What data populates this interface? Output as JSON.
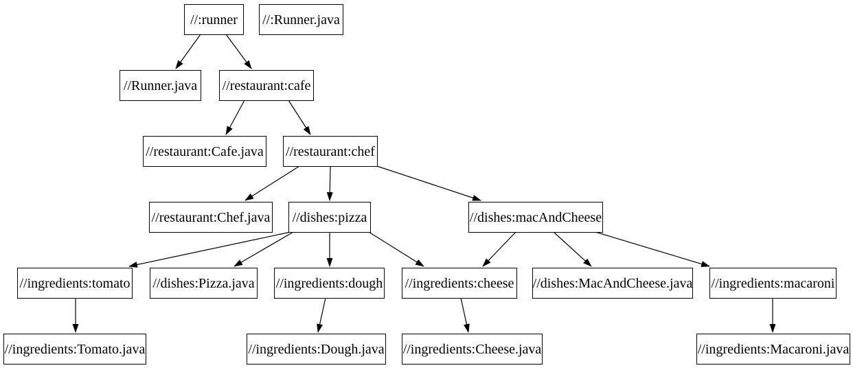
{
  "diagram": {
    "type": "dependency-graph",
    "description": "Build target dependency graph (Bazel-style labels)",
    "colors": {
      "background": "#ffffff",
      "node_fill": "#ffffff",
      "node_border": "#000000",
      "text": "#000000",
      "edge": "#000000"
    },
    "nodes": [
      {
        "id": "runner",
        "label": "//:runner"
      },
      {
        "id": "runner-java-target",
        "label": "//:Runner.java"
      },
      {
        "id": "runner-java",
        "label": "//Runner.java"
      },
      {
        "id": "cafe",
        "label": "//restaurant:cafe"
      },
      {
        "id": "cafe-java",
        "label": "//restaurant:Cafe.java"
      },
      {
        "id": "chef",
        "label": "//restaurant:chef"
      },
      {
        "id": "chef-java",
        "label": "//restaurant:Chef.java"
      },
      {
        "id": "pizza",
        "label": "//dishes:pizza"
      },
      {
        "id": "mac-and-cheese",
        "label": "//dishes:macAndCheese"
      },
      {
        "id": "tomato",
        "label": "//ingredients:tomato"
      },
      {
        "id": "pizza-java",
        "label": "//dishes:Pizza.java"
      },
      {
        "id": "dough",
        "label": "//ingredients:dough"
      },
      {
        "id": "cheese",
        "label": "//ingredients:cheese"
      },
      {
        "id": "mac-and-cheese-java",
        "label": "//dishes:MacAndCheese.java"
      },
      {
        "id": "macaroni",
        "label": "//ingredients:macaroni"
      },
      {
        "id": "tomato-java",
        "label": "//ingredients:Tomato.java"
      },
      {
        "id": "dough-java",
        "label": "//ingredients:Dough.java"
      },
      {
        "id": "cheese-java",
        "label": "//ingredients:Cheese.java"
      },
      {
        "id": "macaroni-java",
        "label": "//ingredients:Macaroni.java"
      }
    ],
    "edges": [
      {
        "from": "//:runner",
        "to": "//Runner.java"
      },
      {
        "from": "//:runner",
        "to": "//restaurant:cafe"
      },
      {
        "from": "//restaurant:cafe",
        "to": "//restaurant:Cafe.java"
      },
      {
        "from": "//restaurant:cafe",
        "to": "//restaurant:chef"
      },
      {
        "from": "//restaurant:chef",
        "to": "//restaurant:Chef.java"
      },
      {
        "from": "//restaurant:chef",
        "to": "//dishes:pizza"
      },
      {
        "from": "//restaurant:chef",
        "to": "//dishes:macAndCheese"
      },
      {
        "from": "//dishes:pizza",
        "to": "//ingredients:tomato"
      },
      {
        "from": "//dishes:pizza",
        "to": "//dishes:Pizza.java"
      },
      {
        "from": "//dishes:pizza",
        "to": "//ingredients:dough"
      },
      {
        "from": "//dishes:pizza",
        "to": "//ingredients:cheese"
      },
      {
        "from": "//dishes:macAndCheese",
        "to": "//ingredients:cheese"
      },
      {
        "from": "//dishes:macAndCheese",
        "to": "//dishes:MacAndCheese.java"
      },
      {
        "from": "//dishes:macAndCheese",
        "to": "//ingredients:macaroni"
      },
      {
        "from": "//ingredients:tomato",
        "to": "//ingredients:Tomato.java"
      },
      {
        "from": "//ingredients:dough",
        "to": "//ingredients:Dough.java"
      },
      {
        "from": "//ingredients:cheese",
        "to": "//ingredients:Cheese.java"
      },
      {
        "from": "//ingredients:macaroni",
        "to": "//ingredients:Macaroni.java"
      }
    ]
  }
}
